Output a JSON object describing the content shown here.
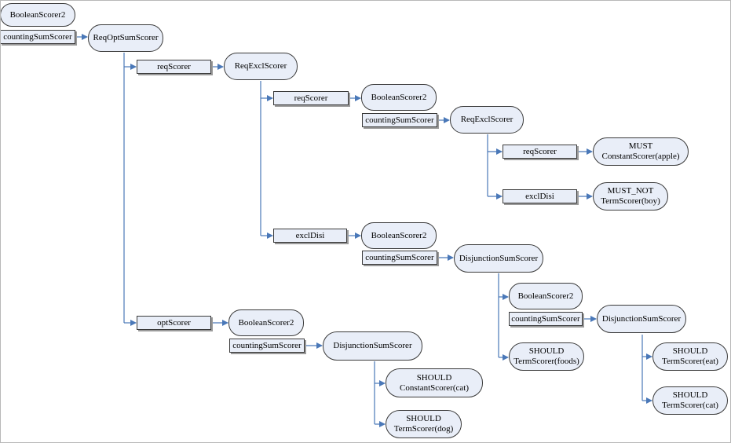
{
  "diagram": {
    "accent_color": "#4a78b8",
    "node_fill": "#e9eef8",
    "nodes": {
      "n1": {
        "lines": [
          "BooleanScorer2"
        ]
      },
      "n2": {
        "lines": [
          "countingSumScorer"
        ]
      },
      "n3": {
        "lines": [
          "ReqOptSumScorer"
        ]
      },
      "n4": {
        "lines": [
          "reqScorer"
        ]
      },
      "n5": {
        "lines": [
          "ReqExclScorer"
        ]
      },
      "n6": {
        "lines": [
          "reqScorer"
        ]
      },
      "n7": {
        "lines": [
          "BooleanScorer2"
        ]
      },
      "n8": {
        "lines": [
          "countingSumScorer"
        ]
      },
      "n9": {
        "lines": [
          "ReqExclScorer"
        ]
      },
      "n10": {
        "lines": [
          "reqScorer"
        ]
      },
      "n11": {
        "lines": [
          "MUST",
          "ConstantScorer(apple)"
        ]
      },
      "n12": {
        "lines": [
          "exclDisi"
        ]
      },
      "n13": {
        "lines": [
          "MUST_NOT",
          "TermScorer(boy)"
        ]
      },
      "n14": {
        "lines": [
          "exclDisi"
        ]
      },
      "n15": {
        "lines": [
          "BooleanScorer2"
        ]
      },
      "n16": {
        "lines": [
          "countingSumScorer"
        ]
      },
      "n17": {
        "lines": [
          "DisjunctionSumScorer"
        ]
      },
      "n18": {
        "lines": [
          "BooleanScorer2"
        ]
      },
      "n19": {
        "lines": [
          "countingSumScorer"
        ]
      },
      "n20": {
        "lines": [
          "DisjunctionSumScorer"
        ]
      },
      "n21": {
        "lines": [
          "SHOULD",
          "TermScorer(foods)"
        ]
      },
      "n22": {
        "lines": [
          "SHOULD",
          "TermScorer(eat)"
        ]
      },
      "n23": {
        "lines": [
          "SHOULD",
          "TermScorer(cat)"
        ]
      },
      "n24": {
        "lines": [
          "optScorer"
        ]
      },
      "n25": {
        "lines": [
          "BooleanScorer2"
        ]
      },
      "n26": {
        "lines": [
          "countingSumScorer"
        ]
      },
      "n27": {
        "lines": [
          "DisjunctionSumScorer"
        ]
      },
      "n28": {
        "lines": [
          "SHOULD",
          "ConstantScorer(cat)"
        ]
      },
      "n29": {
        "lines": [
          "SHOULD",
          "TermScorer(dog)"
        ]
      }
    }
  }
}
